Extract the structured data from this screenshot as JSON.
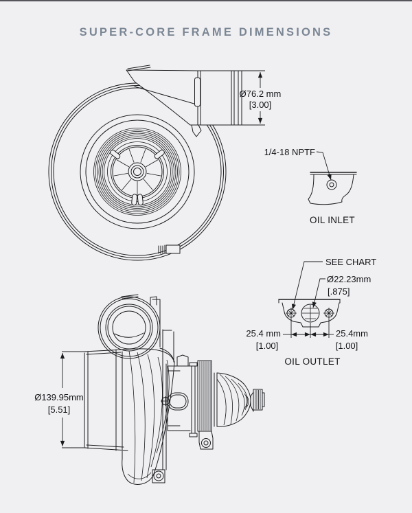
{
  "page": {
    "background": "#f0f0f2",
    "line_color": "#1b1c1f",
    "dimension_text_color": "#131418",
    "title_color": "#7b8694"
  },
  "title": "SUPER-CORE FRAME DIMENSIONS",
  "front_view": {
    "label": "compressor-housing-front-view",
    "outlet_diameter": {
      "metric": "Ø76.2 mm",
      "imperial": "[3.00]"
    }
  },
  "oil_inlet": {
    "thread": "1/4-18 NPTF",
    "caption": "OIL INLET"
  },
  "oil_outlet": {
    "see_chart": "SEE CHART",
    "port_diameter": {
      "metric": "Ø22.23mm",
      "imperial": "[.875]"
    },
    "bolt_spacing_left": {
      "metric": "25.4 mm",
      "imperial": "[1.00]"
    },
    "bolt_spacing_right": {
      "metric": "25.4mm",
      "imperial": "[1.00]"
    },
    "caption": "OIL OUTLET"
  },
  "side_view": {
    "label": "turbocharger-side-view",
    "compressor_housing_diameter": {
      "metric": "Ø139.95mm",
      "imperial": "[5.51]"
    }
  }
}
